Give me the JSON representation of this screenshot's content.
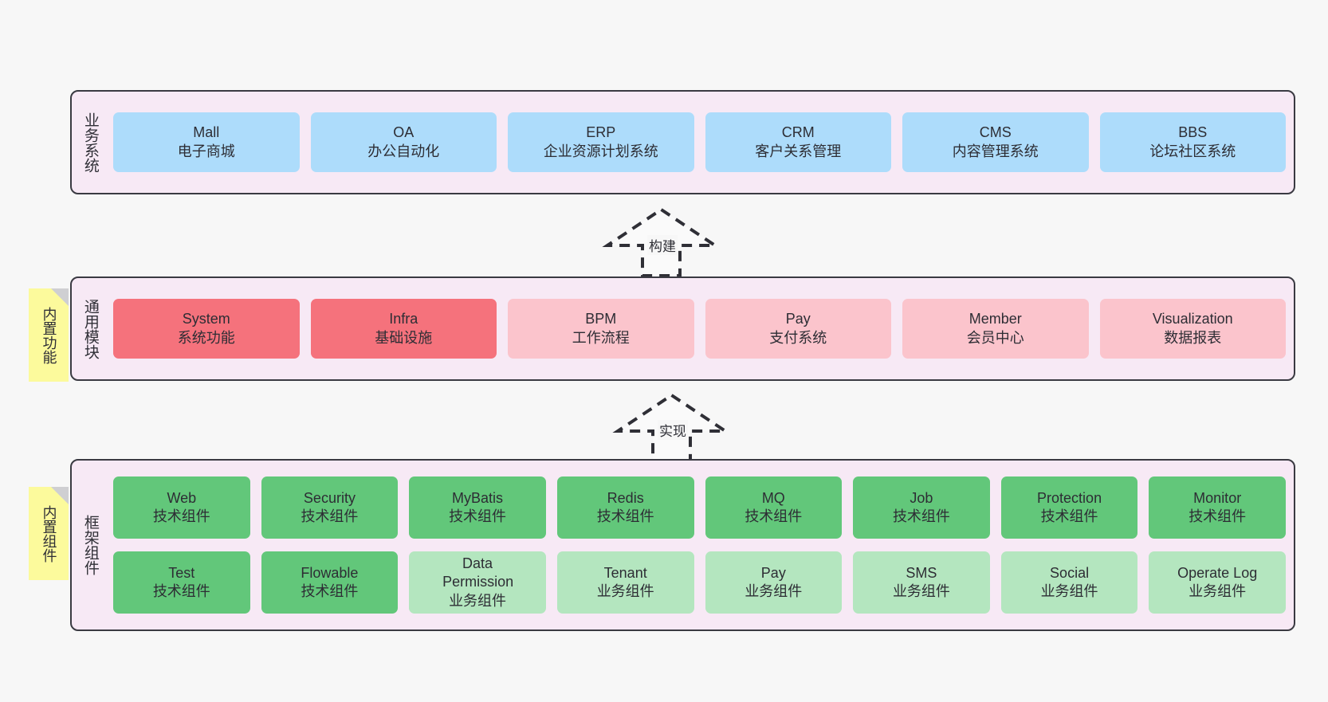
{
  "diagram": {
    "title": "",
    "colors": {
      "page_background": "#F7F7F7",
      "layer_background": "#F7E9F5",
      "layer_border": "#3a3a42",
      "business_box": "#ADDCFB",
      "module_core": "#F5727C",
      "module_optional": "#FBC4CC",
      "tech_component": "#62C77A",
      "business_component": "#B4E6BF",
      "sticky_note": "#FCFA9C",
      "sticky_fold": "#CFCFD2"
    }
  },
  "layers": [
    {
      "id": "business-system",
      "title": "业务系统",
      "sticky": null,
      "rows": [
        {
          "boxes": [
            {
              "name": "Mall",
              "desc": "电子商城",
              "style": "blue"
            },
            {
              "name": "OA",
              "desc": "办公自动化",
              "style": "blue"
            },
            {
              "name": "ERP",
              "desc": "企业资源计划系统",
              "style": "blue"
            },
            {
              "name": "CRM",
              "desc": "客户关系管理",
              "style": "blue"
            },
            {
              "name": "CMS",
              "desc": "内容管理系统",
              "style": "blue"
            },
            {
              "name": "BBS",
              "desc": "论坛社区系统",
              "style": "blue"
            }
          ]
        }
      ]
    },
    {
      "id": "common-module",
      "title": "通用模块",
      "sticky": "内置功能",
      "rows": [
        {
          "boxes": [
            {
              "name": "System",
              "desc": "系统功能",
              "style": "red"
            },
            {
              "name": "Infra",
              "desc": "基础设施",
              "style": "red"
            },
            {
              "name": "BPM",
              "desc": "工作流程",
              "style": "pink"
            },
            {
              "name": "Pay",
              "desc": "支付系统",
              "style": "pink"
            },
            {
              "name": "Member",
              "desc": "会员中心",
              "style": "pink"
            },
            {
              "name": "Visualization",
              "desc": "数据报表",
              "style": "pink"
            }
          ]
        }
      ]
    },
    {
      "id": "framework-component",
      "title": "框架组件",
      "sticky": "内置组件",
      "rows": [
        {
          "boxes": [
            {
              "name": "Web",
              "desc": "技术组件",
              "style": "green"
            },
            {
              "name": "Security",
              "desc": "技术组件",
              "style": "green"
            },
            {
              "name": "MyBatis",
              "desc": "技术组件",
              "style": "green"
            },
            {
              "name": "Redis",
              "desc": "技术组件",
              "style": "green"
            },
            {
              "name": "MQ",
              "desc": "技术组件",
              "style": "green"
            },
            {
              "name": "Job",
              "desc": "技术组件",
              "style": "green"
            },
            {
              "name": "Protection",
              "desc": "技术组件",
              "style": "green"
            },
            {
              "name": "Monitor",
              "desc": "技术组件",
              "style": "green"
            }
          ]
        },
        {
          "boxes": [
            {
              "name": "Test",
              "desc": "技术组件",
              "style": "green"
            },
            {
              "name": "Flowable",
              "desc": "技术组件",
              "style": "green"
            },
            {
              "name": "Data Permission",
              "desc": "业务组件",
              "style": "lgreen"
            },
            {
              "name": "Tenant",
              "desc": "业务组件",
              "style": "lgreen"
            },
            {
              "name": "Pay",
              "desc": "业务组件",
              "style": "lgreen"
            },
            {
              "name": "SMS",
              "desc": "业务组件",
              "style": "lgreen"
            },
            {
              "name": "Social",
              "desc": "业务组件",
              "style": "lgreen"
            },
            {
              "name": "Operate Log",
              "desc": "业务组件",
              "style": "lgreen"
            }
          ]
        }
      ]
    }
  ],
  "connectors": [
    {
      "id": "build",
      "label": "构建",
      "from": "common-module",
      "to": "business-system"
    },
    {
      "id": "implement",
      "label": "实现",
      "from": "framework-component",
      "to": "common-module"
    }
  ]
}
